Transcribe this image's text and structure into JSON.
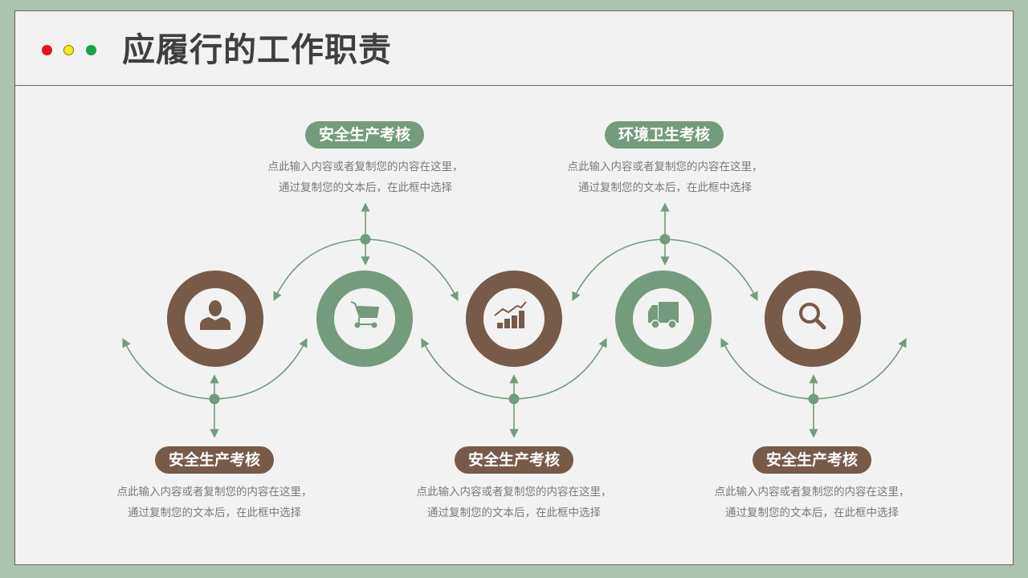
{
  "header": {
    "title": "应履行的工作职责",
    "window_dots": [
      {
        "name": "red",
        "color": "#e3131b"
      },
      {
        "name": "yellow",
        "color": "#f5eb16"
      },
      {
        "name": "green",
        "color": "#1aa24b"
      }
    ]
  },
  "colors": {
    "brown": "#785a48",
    "green": "#739b7c",
    "background": "#f2f2f2",
    "frame": "#abc3b1",
    "text_gray": "#7a7a7a"
  },
  "nodes": [
    {
      "icon": "user-icon",
      "color": "brown"
    },
    {
      "icon": "shopping-cart-icon",
      "color": "green"
    },
    {
      "icon": "growth-chart-icon",
      "color": "brown"
    },
    {
      "icon": "truck-icon",
      "color": "green"
    },
    {
      "icon": "search-icon",
      "color": "brown"
    }
  ],
  "items": [
    {
      "position": "top",
      "title": "安全生产考核",
      "color": "green",
      "line1": "点此输入内容或者复制您的内容在这里，",
      "line2": "通过复制您的文本后，在此框中选择"
    },
    {
      "position": "top",
      "title": "环境卫生考核",
      "color": "green",
      "line1": "点此输入内容或者复制您的内容在这里，",
      "line2": "通过复制您的文本后，在此框中选择"
    },
    {
      "position": "bottom",
      "title": "安全生产考核",
      "color": "brown",
      "line1": "点此输入内容或者复制您的内容在这里，",
      "line2": "通过复制您的文本后，在此框中选择"
    },
    {
      "position": "bottom",
      "title": "安全生产考核",
      "color": "brown",
      "line1": "点此输入内容或者复制您的内容在这里，",
      "line2": "通过复制您的文本后，在此框中选择"
    },
    {
      "position": "bottom",
      "title": "安全生产考核",
      "color": "brown",
      "line1": "点此输入内容或者复制您的内容在这里，",
      "line2": "通过复制您的文本后，在此框中选择"
    }
  ]
}
